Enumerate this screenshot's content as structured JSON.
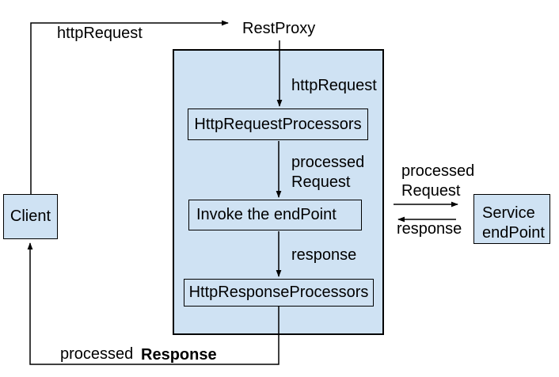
{
  "diagram": {
    "colors": {
      "node_fill": "#cfe2f3",
      "border": "#000000",
      "line": "#000000",
      "text": "#000000",
      "background": "#ffffff"
    },
    "nodes": {
      "rest_proxy": {
        "label": "RestProxy"
      },
      "client": {
        "label": "Client"
      },
      "http_request_processors": {
        "label": "HttpRequestProcessors"
      },
      "invoke_endpoint": {
        "label": "Invoke the endPoint"
      },
      "http_response_processors": {
        "label": "HttpResponseProcessors"
      },
      "service_endpoint": {
        "line1": "Service",
        "line2": "endPoint"
      }
    },
    "edge_labels": {
      "client_to_restproxy": "httpRequest",
      "restproxy_to_request_processors": "httpRequest",
      "request_processors_to_invoke": {
        "line1": "processed",
        "line2": "Request"
      },
      "invoke_to_response_processors": "response",
      "proxy_to_service": {
        "line1": "processed",
        "line2": "Request"
      },
      "service_to_proxy": "response",
      "response_to_client": {
        "word1": "processed",
        "word2": "Response"
      }
    }
  }
}
